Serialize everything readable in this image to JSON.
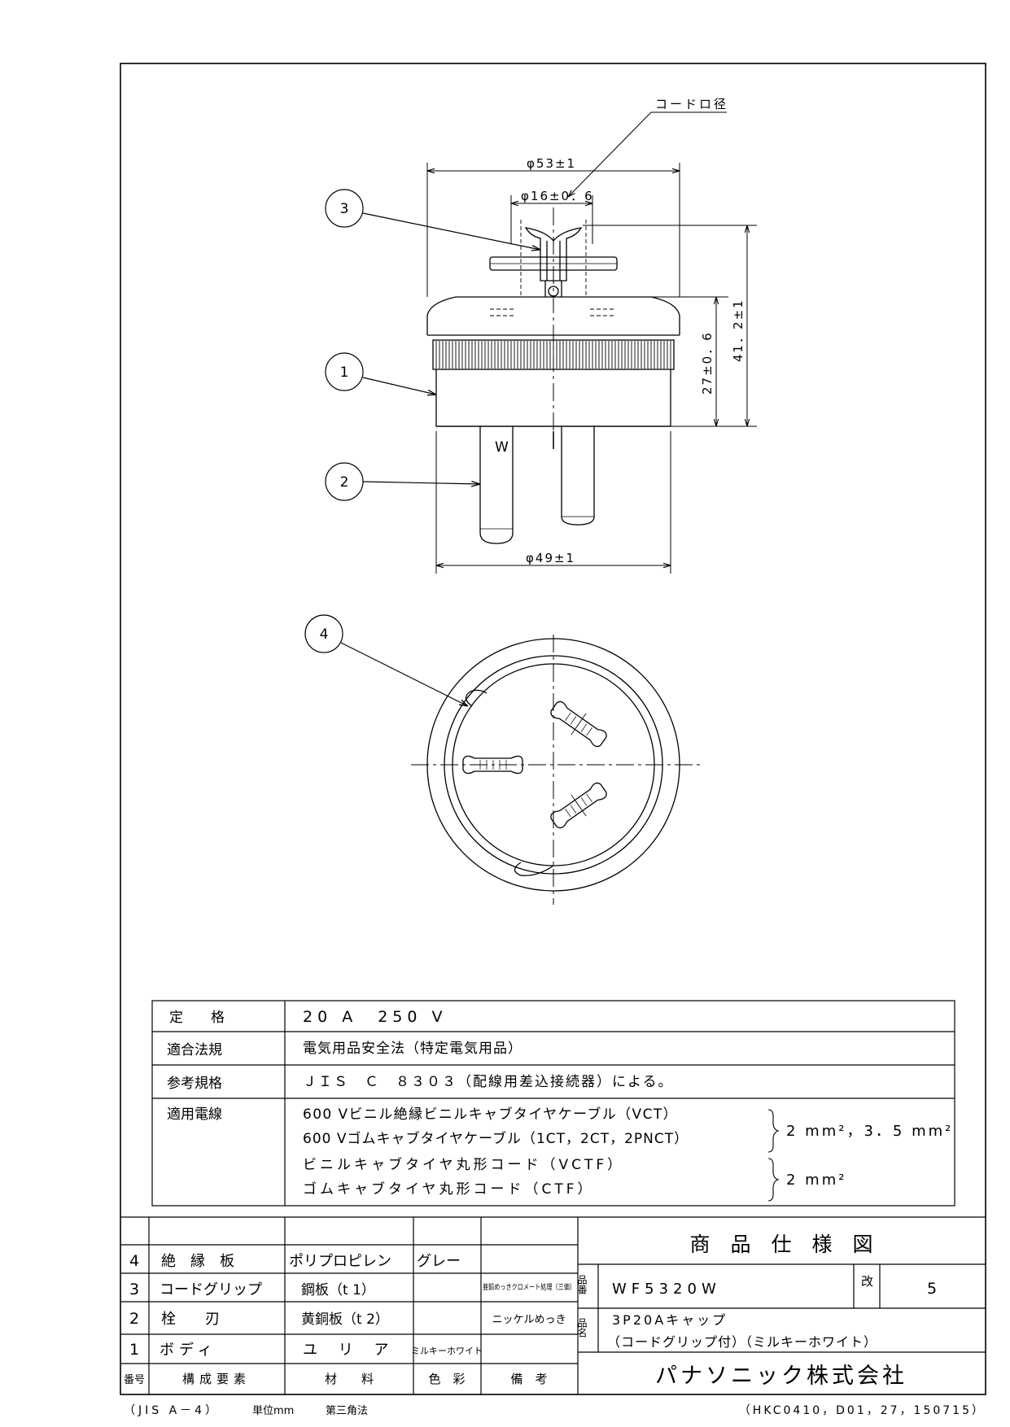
{
  "labels": {
    "cord_diameter": "コードロ径",
    "dim_outer": "φ53±1",
    "dim_cord": "φ16±0．6",
    "dim_body": "φ49±1",
    "dim_height_body": "27±0．6",
    "dim_height_total": "41．2±1",
    "blade_mark": "W",
    "callouts": [
      "3",
      "1",
      "2",
      "4"
    ]
  },
  "spec": {
    "rows": [
      {
        "label": "定　　格",
        "lines": [
          "20 A　250 V"
        ]
      },
      {
        "label": "適合法規",
        "lines": [
          "電気用品安全法（特定電気用品）"
        ]
      },
      {
        "label": "参考規格",
        "lines": [
          "ＪＩＳ　Ｃ　８３０３（配線用差込接続器）による。"
        ]
      },
      {
        "label": "適用電線",
        "lines": [
          "600 Vビニル絶縁ビニルキャブタイヤケーブル（VCT）",
          "600 Vゴムキャブタイヤケーブル（1CT，2CT，2PNCT）",
          "ビニルキャブタイヤ丸形コード（VCTF）",
          "ゴムキャブタイヤ丸形コード（CTF）"
        ]
      }
    ],
    "wire_size_1": "2 mm²，3．5 mm²",
    "wire_size_2": "2 mm²"
  },
  "parts": {
    "header": {
      "no": "番号",
      "name": "構成要素",
      "material": "材　　料",
      "color": "色　彩",
      "remarks": "備　考"
    },
    "rows": [
      {
        "no": "4",
        "name": "絶　縁　板",
        "material": "ポリプロピレン",
        "color": "グレー",
        "remarks": ""
      },
      {
        "no": "3",
        "name": "コードグリップ",
        "material": "鋼板（t 1）",
        "color": "",
        "remarks": "亜鉛めっきクロメート処理（三価）"
      },
      {
        "no": "2",
        "name": "栓　　刃",
        "material": "黄銅板（t 2）",
        "color": "",
        "remarks": "ニッケルめっき"
      },
      {
        "no": "1",
        "name": "ボディ",
        "material": "ユ リ ア",
        "color": "ミルキーホワイト",
        "remarks": ""
      }
    ]
  },
  "title_block": {
    "title": "商　品　仕　様　図",
    "part_no_label": "品番",
    "part_no": "WF5320W",
    "rev_label": "改",
    "rev": "5",
    "name_label": "品名",
    "name_line1": "3P20Aキャップ",
    "name_line2": "（コードグリップ付）（ミルキーホワイト）",
    "company": "パナソニック株式会社"
  },
  "footer": {
    "paper": "（JIS A－4）",
    "unit": "単位mm",
    "projection": "第三角法",
    "doc_code": "（HKC0410，D01，27，150715）"
  }
}
